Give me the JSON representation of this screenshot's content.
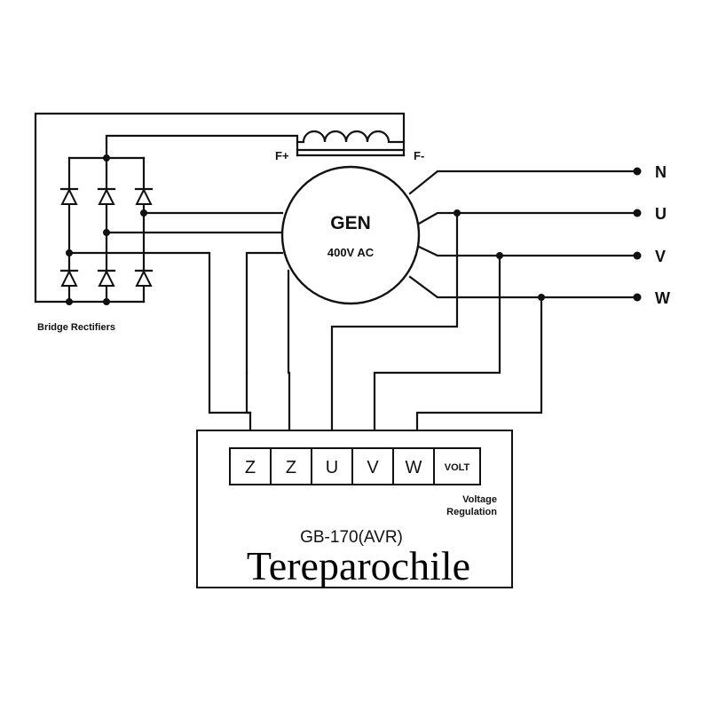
{
  "generator": {
    "label": "GEN",
    "rating": "400V AC"
  },
  "field": {
    "positive_label": "F+",
    "negative_label": "F-"
  },
  "rectifier": {
    "label": "Bridge Rectifiers"
  },
  "outputs": {
    "n": "N",
    "u": "U",
    "v": "V",
    "w": "W"
  },
  "avr": {
    "terminals": [
      "Z",
      "Z",
      "U",
      "V",
      "W",
      "VOLT"
    ],
    "caption_line1": "Voltage",
    "caption_line2": "Regulation",
    "model": "GB-170(AVR)"
  },
  "watermark": {
    "text": "Tereparochile"
  }
}
